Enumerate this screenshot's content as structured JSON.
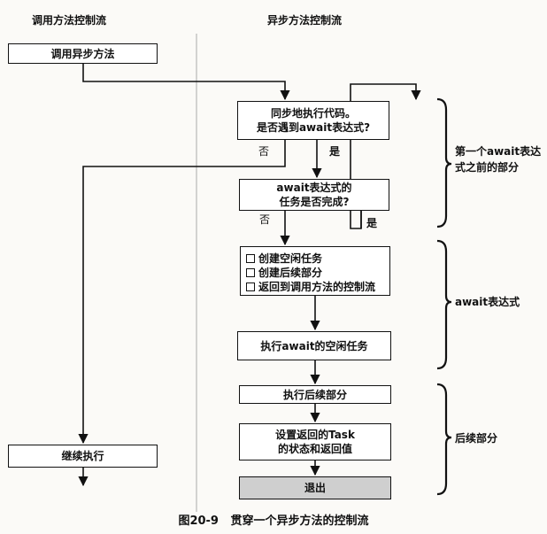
{
  "headers": {
    "left": "调用方法控制流",
    "right": "异步方法控制流"
  },
  "boxes": {
    "call_async": "调用异步方法",
    "sync_exec": "同步地执行代码。\n是否遇到await表达式?",
    "task_done": "await表达式的\n任务是否完成?",
    "create_items": [
      "创建空闲任务",
      "创建后续部分",
      "返回到调用方法的控制流"
    ],
    "exec_await": "执行await的空闲任务",
    "exec_cont": "执行后续部分",
    "set_return": "设置返回的Task\n的状态和返回值",
    "exit": "退出",
    "continue": "继续执行"
  },
  "labels": {
    "no1": "否",
    "yes1": "是",
    "no2": "否",
    "yes2": "是"
  },
  "brackets": {
    "before_await": "第一个await表达\n式之前的部分",
    "await_expr": "await表达式",
    "continuation": "后续部分"
  },
  "caption": "图20-9   贯穿一个异步方法的控制流"
}
